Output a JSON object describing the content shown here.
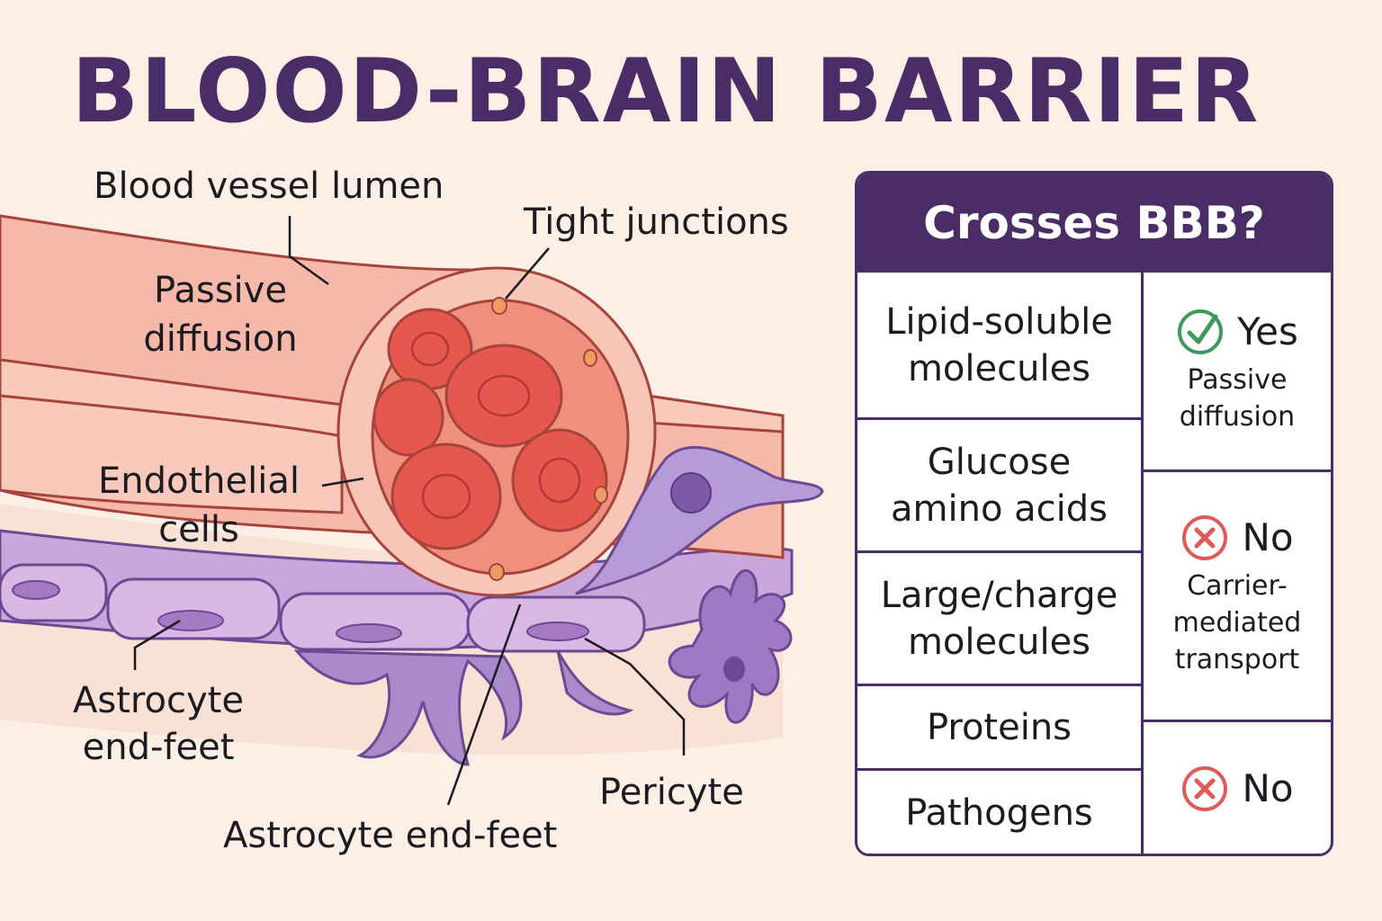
{
  "title": "BLOOD-BRAIN BARRIER",
  "labels": {
    "lumen": "Blood vessel lumen",
    "tight_junctions": "Tight junctions",
    "passive_line1": "Passive",
    "passive_line2": "diffusion",
    "endothelial_line1": "Endothelial",
    "endothelial_line2": "cells",
    "astro_left_line1": "Astrocyte",
    "astro_left_line2": "end-feet",
    "pericyte": "Pericyte",
    "astro_bottom": "Astrocyte end-feet"
  },
  "table": {
    "header": "Crosses BBB?",
    "rows": [
      {
        "line1": "Lipid-soluble",
        "line2": "molecules"
      },
      {
        "line1": "Glucose",
        "line2": "amino acids"
      },
      {
        "line1": "Large/charge",
        "line2": "molecules"
      },
      {
        "line1": "Proteins",
        "line2": ""
      },
      {
        "line1": "Pathogens",
        "line2": ""
      }
    ],
    "results": [
      {
        "verdict": "Yes",
        "icon": "check-icon",
        "note_line1": "Passive",
        "note_line2": "diffusion",
        "note_line3": ""
      },
      {
        "verdict": "No",
        "icon": "cross-icon",
        "note_line1": "Carrier-",
        "note_line2": "mediated",
        "note_line3": "transport"
      },
      {
        "verdict": "No",
        "icon": "cross-icon",
        "note_line1": "",
        "note_line2": "",
        "note_line3": ""
      }
    ]
  },
  "colors": {
    "title": "#4a2d66",
    "vessel": "#f3a394",
    "rbc": "#e5574f",
    "astrocyte": "#b79ad8",
    "check": "#3d9a5a",
    "cross": "#e05a5a"
  }
}
